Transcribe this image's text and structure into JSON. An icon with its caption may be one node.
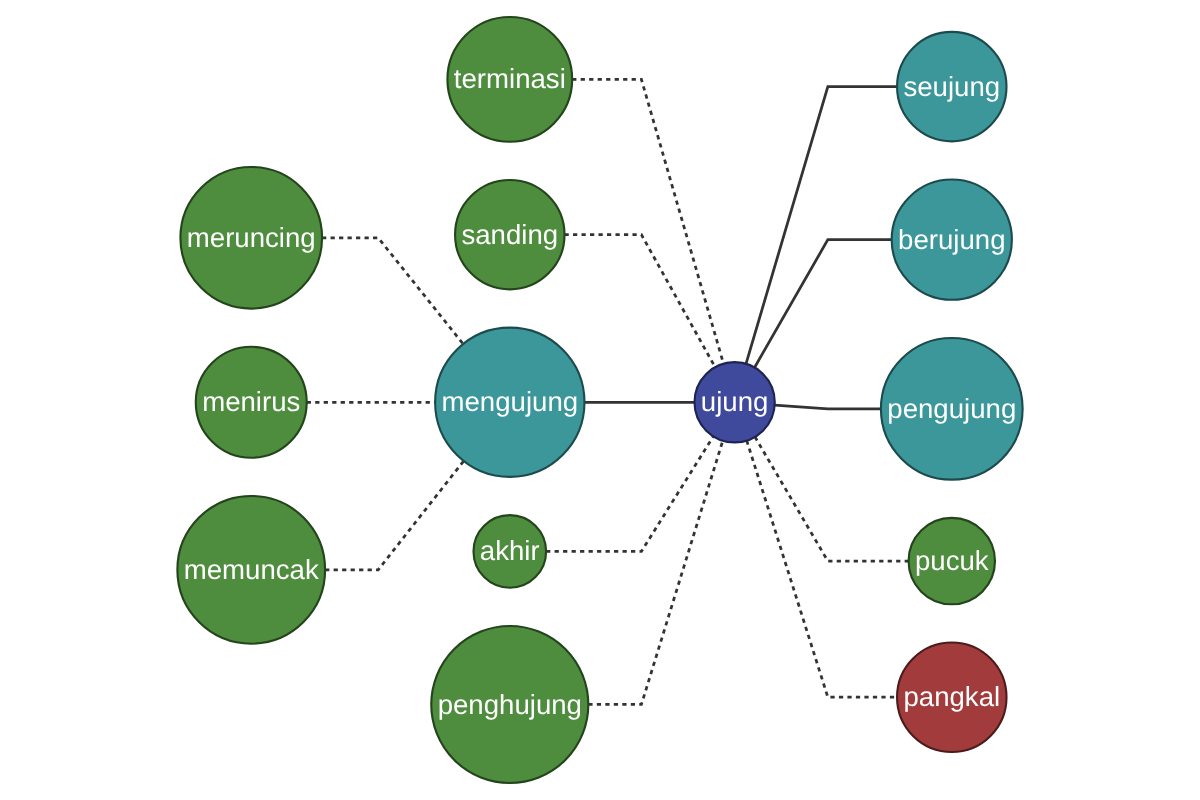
{
  "diagram": {
    "nodes": [
      {
        "text": [
          "seujung"
        ]
      },
      {
        "text": [
          "berujung"
        ]
      },
      {
        "text": [
          "sanding"
        ]
      },
      {
        "text": [
          "pengujung"
        ]
      },
      {
        "text": [
          "terminasi"
        ]
      },
      {
        "text": [
          "meruncing"
        ]
      },
      {
        "text": [
          "ujung"
        ]
      },
      {
        "text": [
          "pucuk"
        ]
      },
      {
        "text": [
          "akhir"
        ]
      },
      {
        "text": [
          "menirus"
        ]
      },
      {
        "text": [
          "mengujung"
        ]
      },
      {
        "text": [
          "pangkal"
        ]
      },
      {
        "text": [
          "penghujung"
        ]
      },
      {
        "text": [
          "memuncak"
        ]
      }
    ],
    "edges": [
      {
        "from": 4,
        "to": 6,
        "arrow": "none",
        "style": "dashed"
      },
      {
        "from": 2,
        "to": 6,
        "arrow": "none",
        "style": "dashed"
      },
      {
        "from": 6,
        "to": 0,
        "arrow": "none"
      },
      {
        "from": 6,
        "to": 1,
        "arrow": "none"
      },
      {
        "from": 6,
        "to": 3,
        "arrow": "none"
      },
      {
        "from": 6,
        "to": 7,
        "arrow": "none",
        "style": "dashed"
      },
      {
        "from": 10,
        "to": 6,
        "arrow": "none"
      },
      {
        "from": 8,
        "to": 6,
        "arrow": "none",
        "style": "dashed"
      },
      {
        "from": 6,
        "to": 11,
        "arrow": "none",
        "style": "dashed"
      },
      {
        "from": 12,
        "to": 6,
        "arrow": "none",
        "style": "dashed"
      },
      {
        "from": 5,
        "to": 10,
        "arrow": "none",
        "style": "dashed"
      },
      {
        "from": 9,
        "to": 10,
        "arrow": "none",
        "style": "dashed"
      },
      {
        "from": 13,
        "to": 10,
        "arrow": "none",
        "style": "dashed"
      }
    ]
  }
}
